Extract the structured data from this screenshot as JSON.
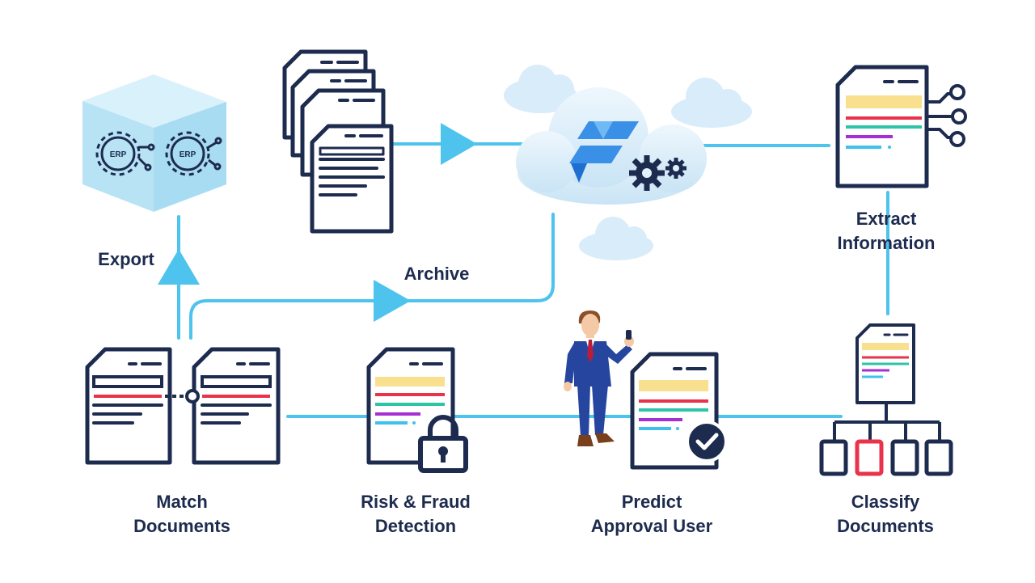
{
  "cube": {
    "face_left_text": "ERP",
    "face_right_text": "ERP"
  },
  "labels": {
    "export": "Export",
    "archive": "Archive",
    "extract": {
      "line1": "Extract",
      "line2": "Information"
    },
    "match": {
      "line1": "Match",
      "line2": "Documents"
    },
    "risk": {
      "line1": "Risk & Fraud",
      "line2": "Detection"
    },
    "predict": {
      "line1": "Predict",
      "line2": "Approval User"
    },
    "classify": {
      "line1": "Classify",
      "line2": "Documents"
    }
  },
  "colors": {
    "navy": "#1d2b4f",
    "connector": "#4dc3ee",
    "yellow": "#f9e08e",
    "red": "#e8334a",
    "teal": "#2ec4a6",
    "purple": "#a52fd1",
    "cyan": "#3fc1ec",
    "cloud": "#d3eaf8",
    "cube": "#b9e4f4"
  },
  "icons": [
    "erp-cube-icon",
    "document-stack-icon",
    "cloud-platform-icon",
    "gear-icon",
    "extract-document-icon",
    "network-nodes-icon",
    "match-document-icon",
    "link-icon",
    "lock-icon",
    "businessman-icon",
    "checkmark-badge-icon",
    "classify-document-icon",
    "hierarchy-icon"
  ]
}
